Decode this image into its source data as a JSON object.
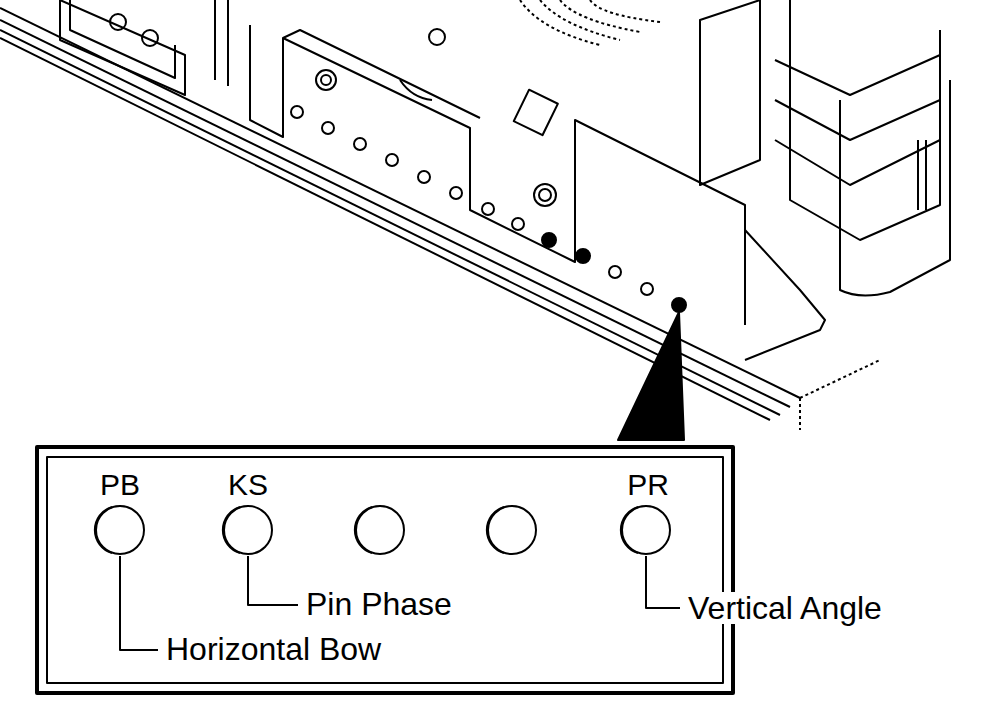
{
  "diagram": {
    "labels": [
      "PB",
      "KS",
      "PR",
      "Pin Phase",
      "Horizontal Bow",
      "Vertical Angle"
    ]
  }
}
